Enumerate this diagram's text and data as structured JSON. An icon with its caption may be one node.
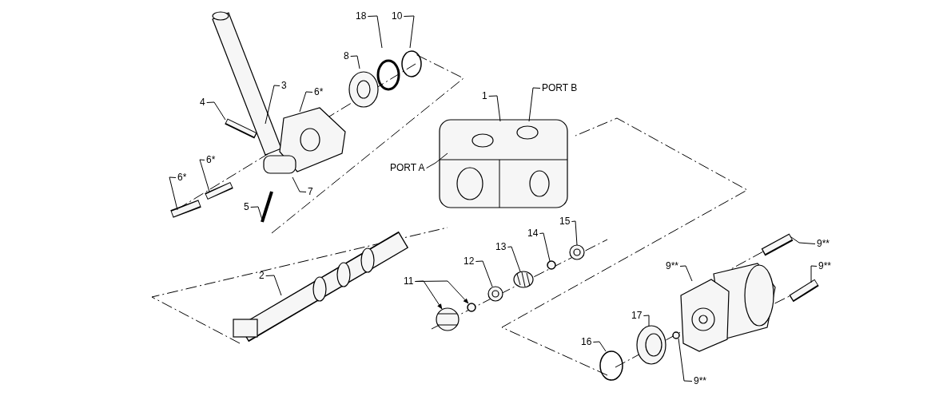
{
  "diagram": {
    "nodes": [
      {
        "text": [
          "10"
        ]
      },
      {
        "text": [
          "18"
        ]
      },
      {
        "text": [
          "8"
        ]
      },
      {
        "text": [
          "3"
        ]
      },
      {
        "text": [
          "6*"
        ]
      },
      {
        "text": [
          "4"
        ]
      },
      {
        "text": [
          "1"
        ]
      },
      {
        "text": [
          "PORT B"
        ]
      },
      {
        "text": [
          "6*"
        ]
      },
      {
        "text": [
          "6*"
        ]
      },
      {
        "text": [
          "PORT A"
        ]
      },
      {
        "text": [
          "7"
        ]
      },
      {
        "text": [
          "5"
        ]
      },
      {
        "text": [
          "15"
        ]
      },
      {
        "text": [
          "14"
        ]
      },
      {
        "text": [
          "9**"
        ]
      },
      {
        "text": [
          "13"
        ]
      },
      {
        "text": [
          "9**"
        ]
      },
      {
        "text": [
          "9**"
        ]
      },
      {
        "text": [
          "2"
        ]
      },
      {
        "text": [
          "12"
        ]
      },
      {
        "text": [
          "11"
        ]
      },
      {
        "text": [
          "17"
        ]
      },
      {
        "text": [
          "16"
        ]
      },
      {
        "text": [
          "9**"
        ]
      },
      {
        "text": [],
        "shape": "picture"
      },
      {
        "text": [],
        "shape": "picture"
      },
      {
        "text": [],
        "shape": "picture"
      },
      {
        "text": [],
        "shape": "circle"
      },
      {
        "text": [],
        "shape": "picture"
      },
      {
        "text": [],
        "shape": "picture"
      },
      {
        "text": [],
        "shape": "circle"
      },
      {
        "text": [],
        "shape": "circle"
      },
      {
        "text": [],
        "shape": "picture"
      },
      {
        "text": [],
        "shape": "picture"
      },
      {
        "text": [],
        "shape": "picture"
      }
    ],
    "edges": [
      {
        "from": 0,
        "to": null,
        "arrow": "none"
      },
      {
        "from": 1,
        "to": null,
        "arrow": "none"
      },
      {
        "from": 2,
        "to": null,
        "arrow": "none"
      },
      {
        "from": 3,
        "to": null,
        "arrow": "none"
      },
      {
        "from": 4,
        "to": null,
        "arrow": "none"
      },
      {
        "from": 5,
        "to": null,
        "arrow": "none"
      },
      {
        "from": 6,
        "to": 25,
        "arrow": "none"
      },
      {
        "from": 7,
        "to": 25,
        "arrow": "none"
      },
      {
        "from": 8,
        "to": null,
        "arrow": "none"
      },
      {
        "from": 9,
        "to": null,
        "arrow": "none"
      },
      {
        "from": 10,
        "to": 25,
        "arrow": "none"
      },
      {
        "from": 11,
        "to": null,
        "arrow": "none"
      },
      {
        "from": 12,
        "to": null,
        "arrow": "none"
      },
      {
        "from": 13,
        "to": 29,
        "arrow": "none"
      },
      {
        "from": 14,
        "to": 28,
        "arrow": "none"
      },
      {
        "from": 15,
        "to": 33,
        "arrow": "none"
      },
      {
        "from": 16,
        "to": 27,
        "arrow": "none"
      },
      {
        "from": 17,
        "to": 35,
        "arrow": "none"
      },
      {
        "from": 18,
        "to": 34,
        "arrow": "none"
      },
      {
        "from": 19,
        "to": null,
        "arrow": "none"
      },
      {
        "from": 20,
        "to": 26,
        "arrow": "none"
      },
      {
        "from": 21,
        "to": 31,
        "arrow": "to"
      },
      {
        "from": 21,
        "to": 30,
        "arrow": "to"
      },
      {
        "from": 22,
        "to": null,
        "arrow": "none"
      },
      {
        "from": 23,
        "to": null,
        "arrow": "none"
      },
      {
        "from": 24,
        "to": 32,
        "arrow": "none"
      }
    ]
  }
}
